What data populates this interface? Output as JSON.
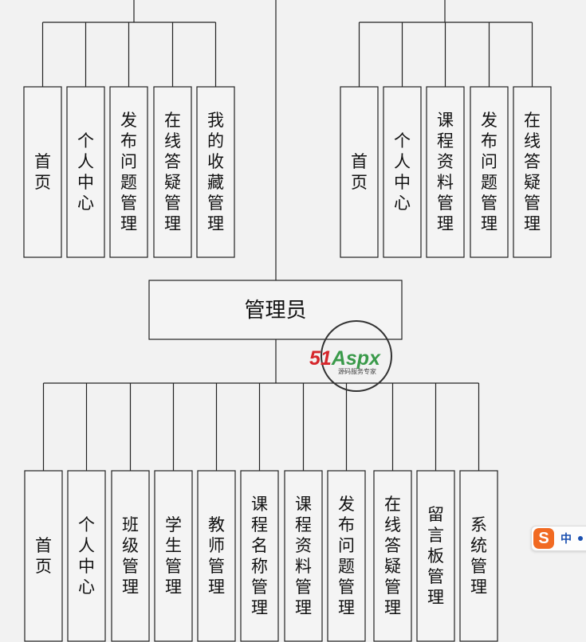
{
  "center": {
    "label": "管理员"
  },
  "top_left": [
    "首页",
    "个人中心",
    "发布问题管理",
    "在线答疑管理",
    "我的收藏管理"
  ],
  "top_right": [
    "首页",
    "个人中心",
    "课程资料管理",
    "发布问题管理",
    "在线答疑管理"
  ],
  "bottom": [
    "首页",
    "个人中心",
    "班级管理",
    "学生管理",
    "教师管理",
    "课程名称管理",
    "课程资料管理",
    "发布问题管理",
    "在线答疑管理",
    "留言板管理",
    "系统管理"
  ],
  "watermark": {
    "brand_num": "51",
    "brand_text": "Aspx",
    "subtitle": "源码服务专家"
  },
  "ime": {
    "label": "中"
  },
  "colors": {
    "brand_red": "#d6262b",
    "brand_green": "#3a9a4a",
    "ime_orange": "#f16a22",
    "ime_blue": "#1a4fb0"
  }
}
